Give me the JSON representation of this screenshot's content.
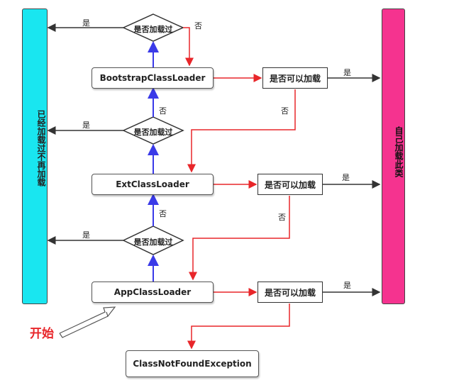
{
  "left_bar": {
    "label": "已经加载过不再加载",
    "color": "#19e6f0"
  },
  "right_bar": {
    "label": "自己加载此类",
    "color": "#f5338f"
  },
  "loaders": {
    "bootstrap": "BootstrapClassLoader",
    "ext": "ExtClassLoader",
    "app": "AppClassLoader"
  },
  "decision_loaded": "是否加载过",
  "decision_canload": "是否可以加载",
  "exception": "ClassNotFoundException",
  "yes": "是",
  "no": "否",
  "start": "开始",
  "colors": {
    "red_arrow": "#e8262a",
    "blue_arrow": "#3a3ae8",
    "black_arrow": "#333333"
  }
}
